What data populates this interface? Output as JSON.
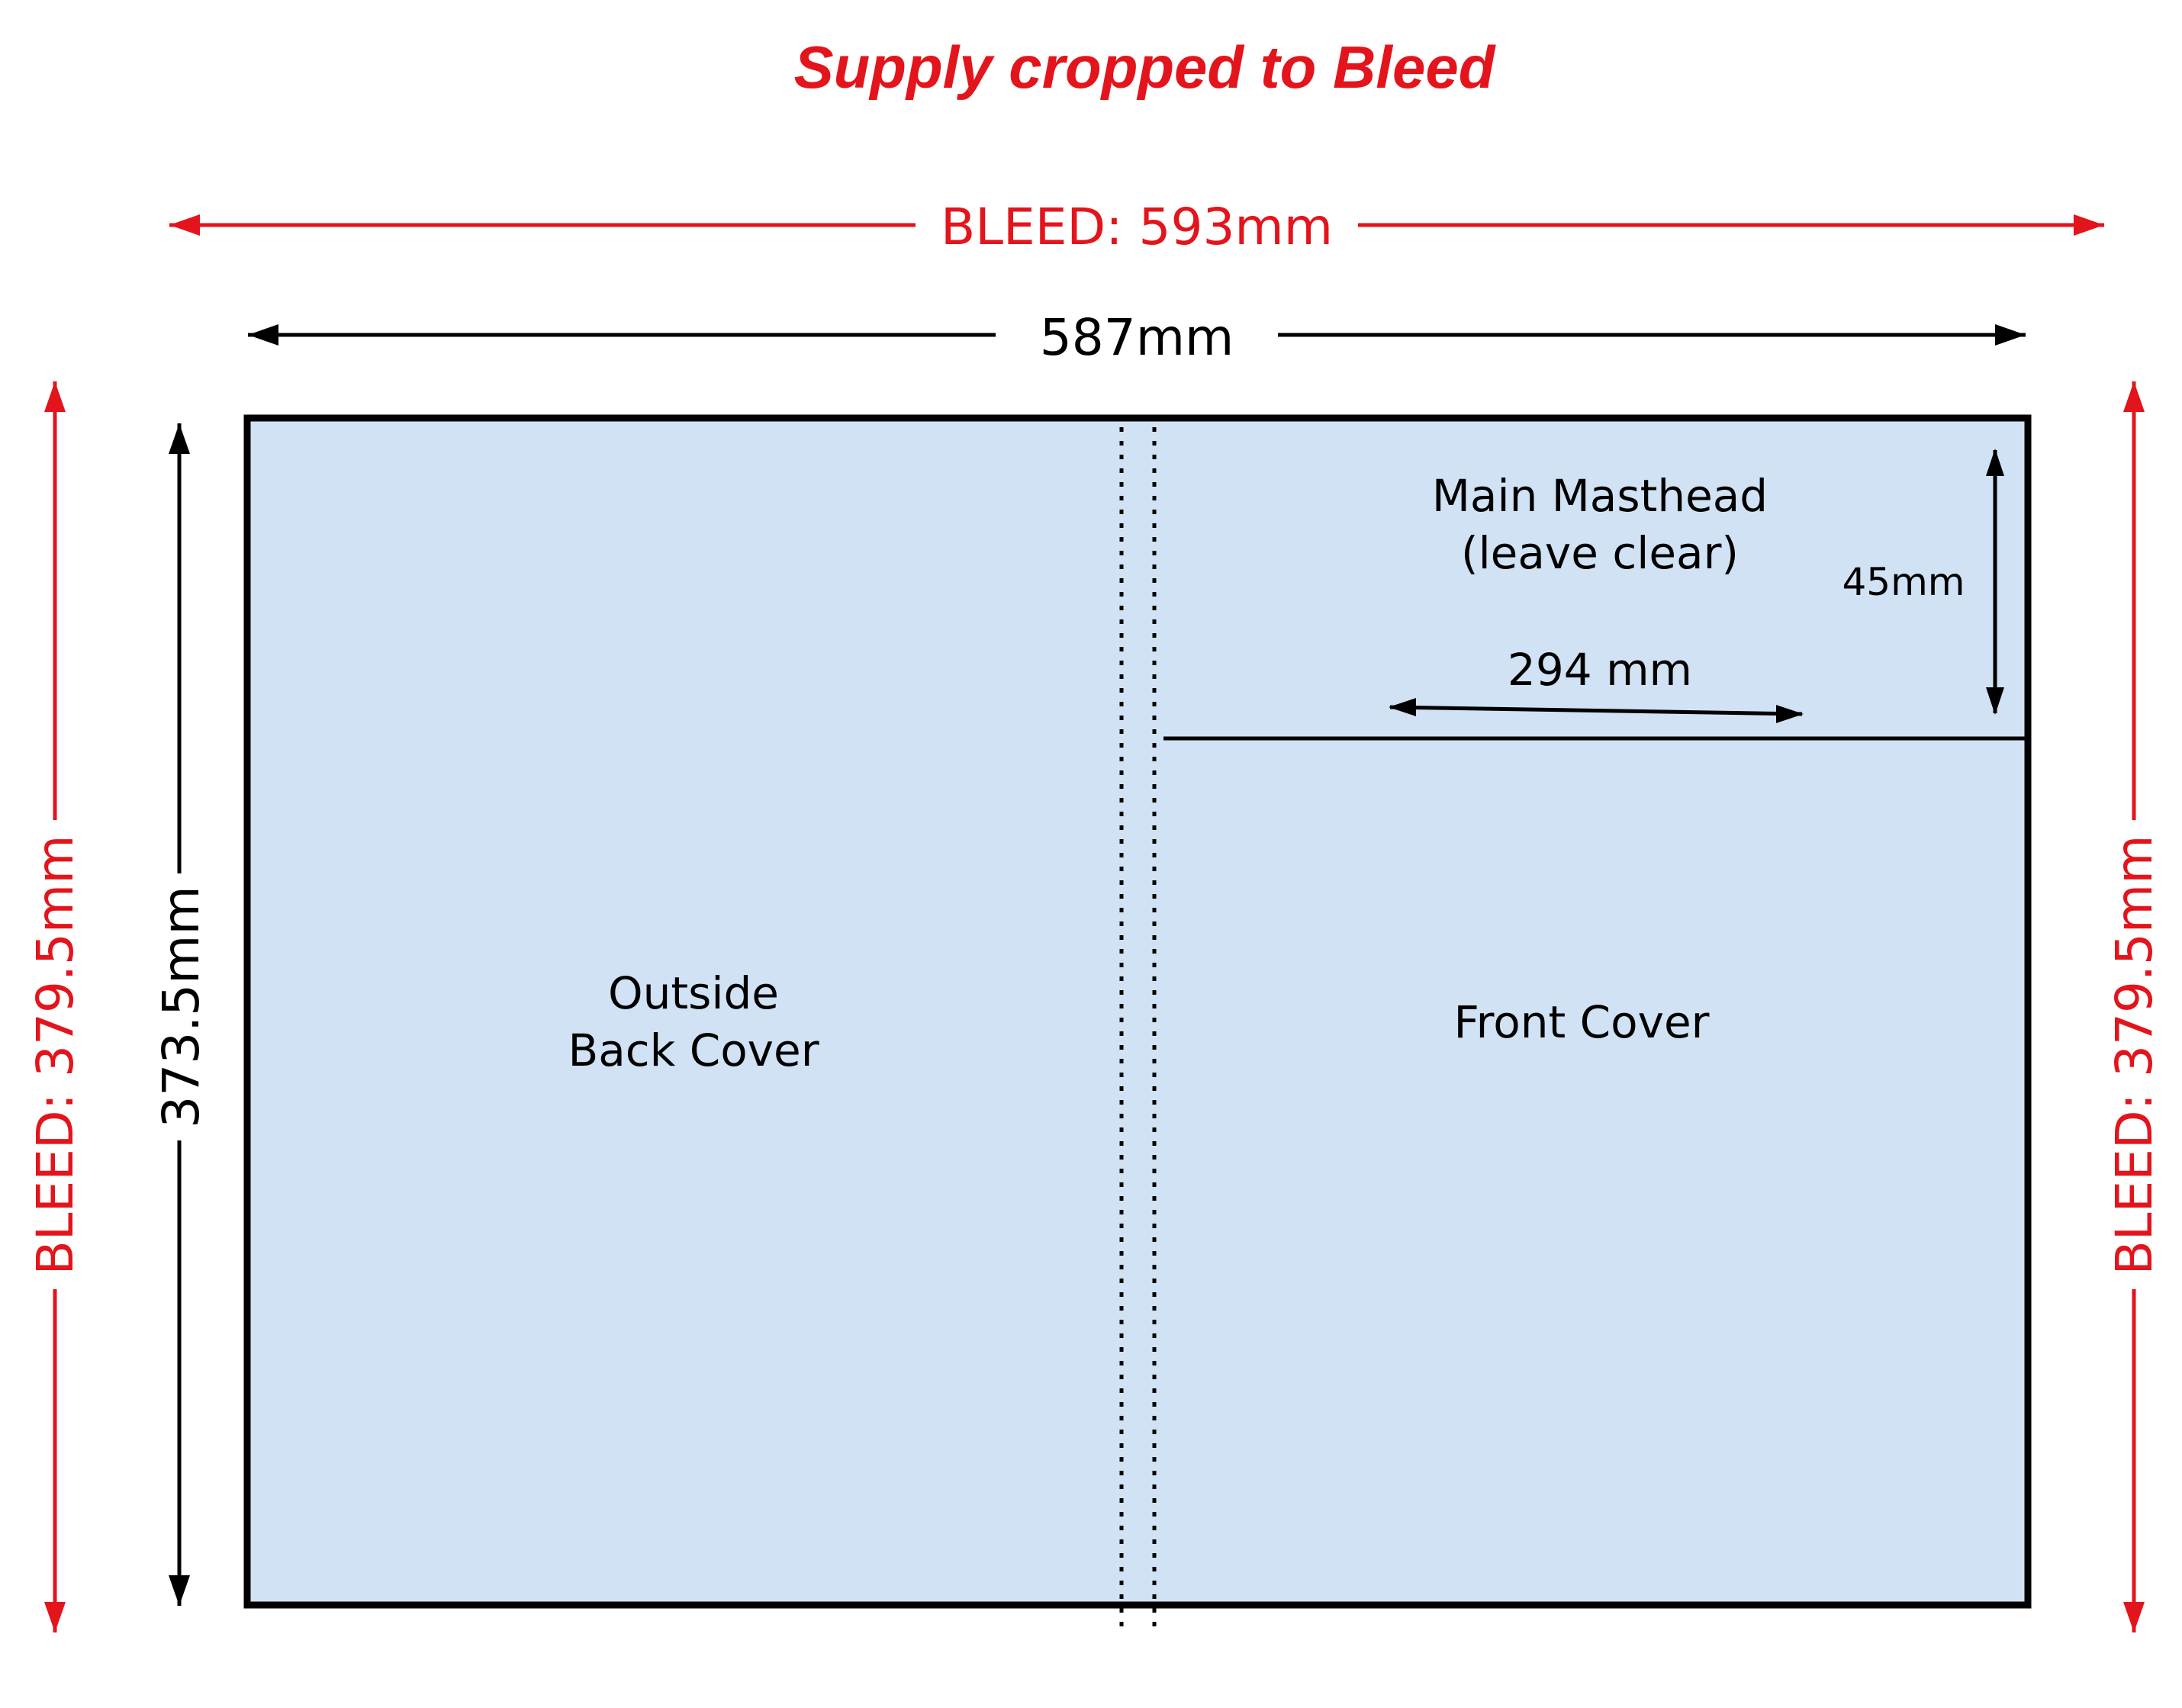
{
  "title": "Supply cropped to Bleed",
  "colors": {
    "accent_red": "#e3141b",
    "panel_fill": "#d0e2f3",
    "outline": "#000000"
  },
  "dimensions": {
    "bleed_width": "BLEED: 593mm",
    "trim_width": "587mm",
    "trim_height": "373.5mm",
    "bleed_height_left": "BLEED: 379.5mm",
    "bleed_height_right": "BLEED: 379.5mm",
    "masthead_height": "45mm",
    "masthead_width": "294 mm"
  },
  "areas": {
    "masthead_line1": "Main Masthead",
    "masthead_line2": "(leave clear)",
    "back_cover_line1": "Outside",
    "back_cover_line2": "Back Cover",
    "front_cover": "Front Cover"
  }
}
